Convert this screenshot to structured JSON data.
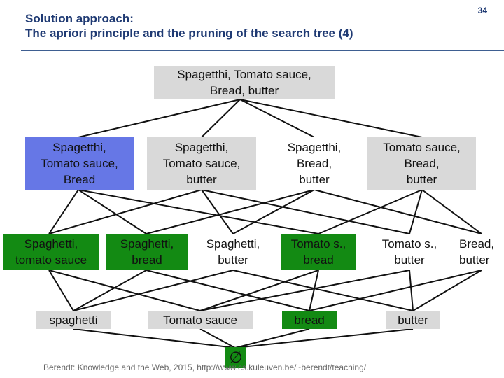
{
  "slide": {
    "title_line1": "Solution approach:",
    "title_line2": "The apriori principle and the pruning of the search tree (4)",
    "page_number": "34",
    "footer": "Berendt: Knowledge and the Web, 2015, http://www.cs.kuleuven.be/~berendt/teaching/"
  },
  "nodes": {
    "top": {
      "l1": "Spagetthi, Tomato sauce,",
      "l2": "Bread, butter"
    },
    "l3_a": {
      "l1": "Spagetthi,",
      "l2": "Tomato sauce,",
      "l3": "Bread"
    },
    "l3_b": {
      "l1": "Spagetthi,",
      "l2": "Tomato sauce,",
      "l3": "butter"
    },
    "l3_c": {
      "l1": "Spagetthi,",
      "l2": "Bread,",
      "l3": "butter"
    },
    "l3_d": {
      "l1": "Tomato sauce,",
      "l2": "Bread,",
      "l3": "butter"
    },
    "l2_a": {
      "l1": "Spaghetti,",
      "l2": "tomato sauce"
    },
    "l2_b": {
      "l1": "Spaghetti,",
      "l2": "bread"
    },
    "l2_c": {
      "l1": "Spaghetti,",
      "l2": "butter"
    },
    "l2_d": {
      "l1": "Tomato s.,",
      "l2": "bread"
    },
    "l2_e": {
      "l1": "Tomato s.,",
      "l2": "butter"
    },
    "l2_f": {
      "l1": "Bread,",
      "l2": "butter"
    },
    "l1_a": "spaghetti",
    "l1_b": "Tomato sauce",
    "l1_c": "bread",
    "l1_d": "butter",
    "empty_symbol": "∅"
  },
  "colors": {
    "gray": "#d9d9d9",
    "pruned_blue": "#6677e6",
    "green": "#138a13",
    "edge": "#111111"
  }
}
